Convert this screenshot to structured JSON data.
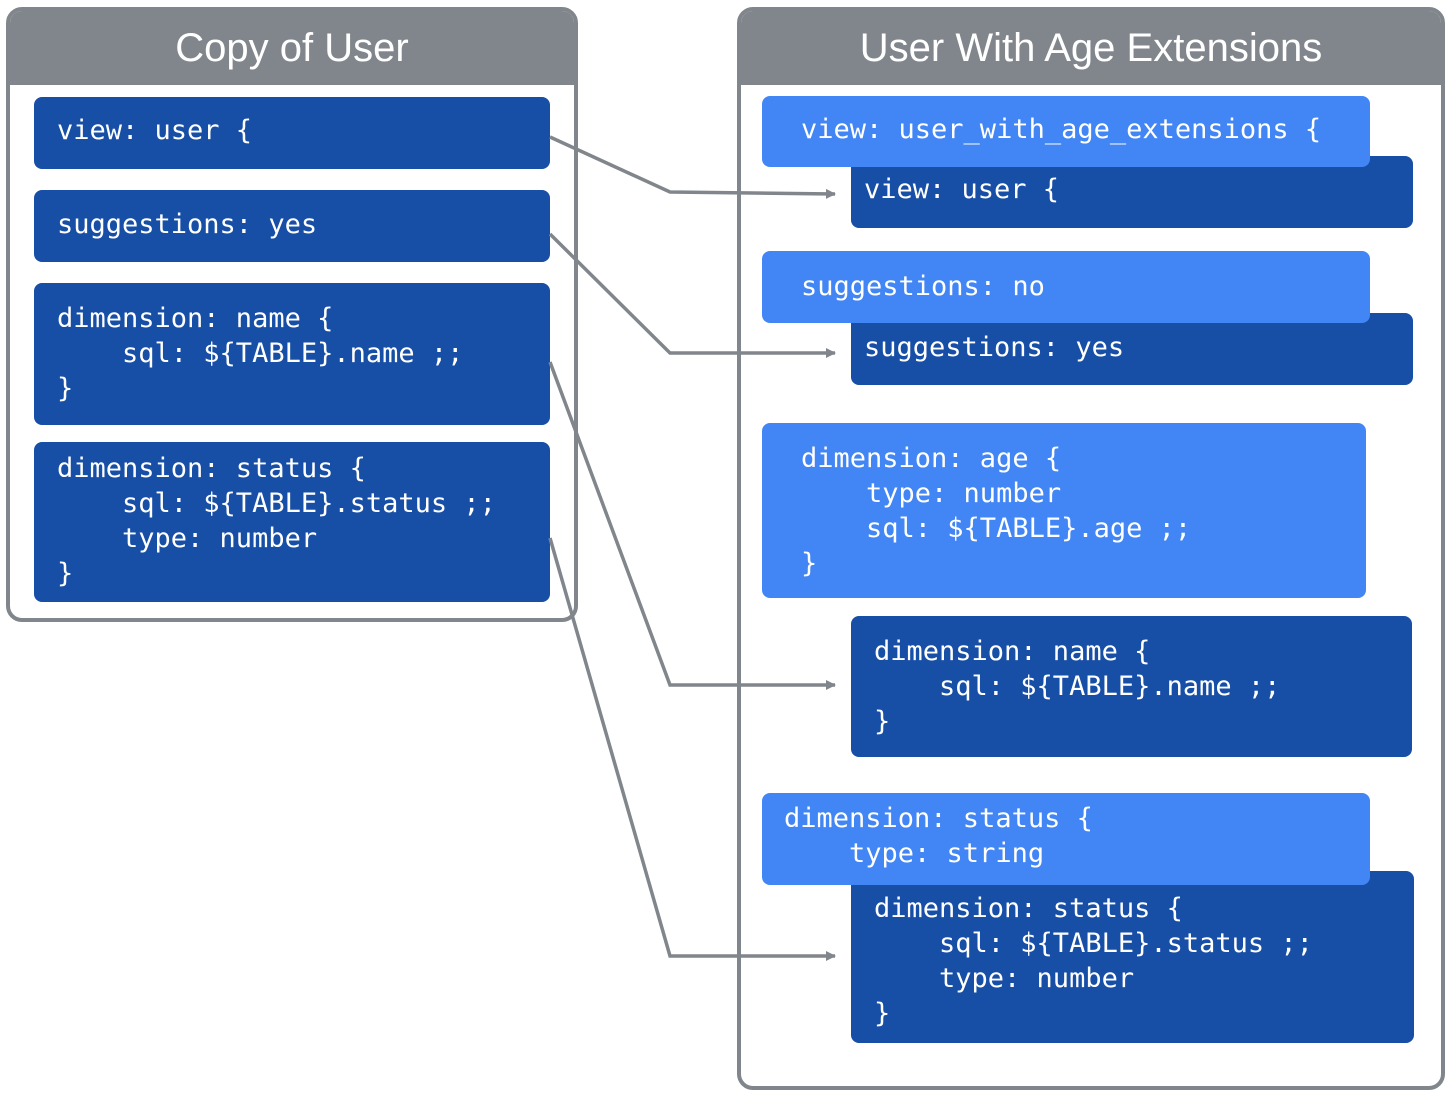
{
  "left_panel": {
    "title": "Copy of User",
    "blocks": [
      "view: user {",
      "suggestions: yes",
      "dimension: name {\n    sql: ${TABLE}.name ;;\n}",
      "dimension: status {\n    sql: ${TABLE}.status ;;\n    type: number\n}"
    ]
  },
  "right_panel": {
    "title": "User With Age Extensions",
    "extension_blocks": [
      "view: user_with_age_extensions {",
      "suggestions: no",
      "dimension: age {\n    type: number\n    sql: ${TABLE}.age ;;\n}",
      "dimension: status {\n    type: string"
    ],
    "copied_blocks": [
      "view: user {",
      "suggestions: yes",
      "dimension: name {\n    sql: ${TABLE}.name ;;\n}",
      "dimension: status {\n    sql: ${TABLE}.status ;;\n    type: number\n}"
    ]
  },
  "colors": {
    "panel_border": "#80868b",
    "copied_block": "#174ea6",
    "extension_block": "#4285f4",
    "connector": "#80868b"
  }
}
